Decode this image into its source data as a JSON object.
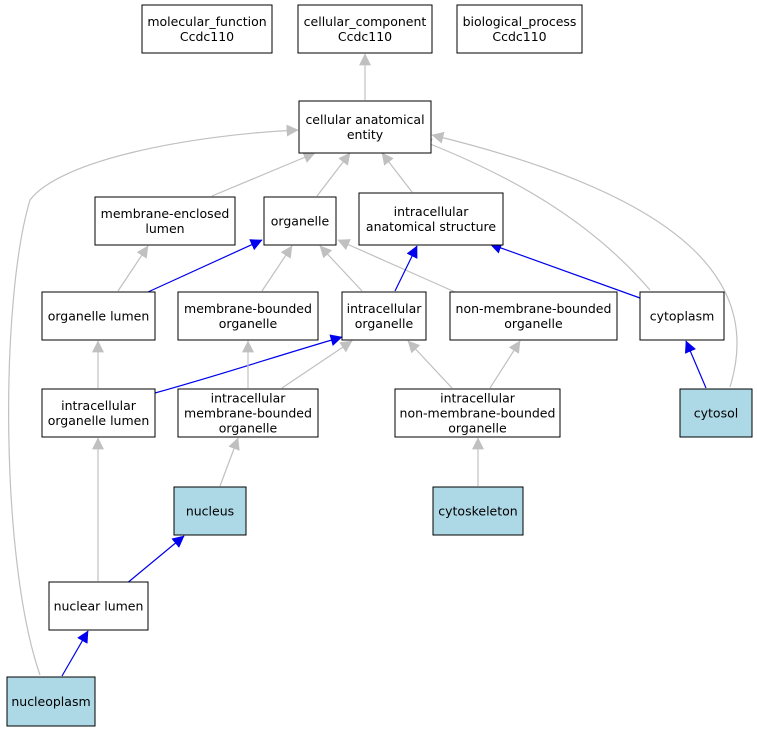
{
  "colors": {
    "highlight_fill": "#add8e6",
    "plain_fill": "#ffffff",
    "is_a_edge": "#c0c0c0",
    "part_of_edge": "#0000ee"
  },
  "nodes": [
    {
      "id": "mf",
      "lines": [
        "molecular_function",
        "Ccdc110"
      ],
      "highlight": false
    },
    {
      "id": "cc",
      "lines": [
        "cellular_component",
        "Ccdc110"
      ],
      "highlight": false
    },
    {
      "id": "bp",
      "lines": [
        "biological_process",
        "Ccdc110"
      ],
      "highlight": false
    },
    {
      "id": "cae",
      "lines": [
        "cellular anatomical",
        "entity"
      ],
      "highlight": false
    },
    {
      "id": "mel",
      "lines": [
        "membrane-enclosed",
        "lumen"
      ],
      "highlight": false
    },
    {
      "id": "org",
      "lines": [
        "organelle"
      ],
      "highlight": false
    },
    {
      "id": "ias",
      "lines": [
        "intracellular",
        "anatomical structure"
      ],
      "highlight": false
    },
    {
      "id": "ol",
      "lines": [
        "organelle lumen"
      ],
      "highlight": false
    },
    {
      "id": "mbo",
      "lines": [
        "membrane-bounded",
        "organelle"
      ],
      "highlight": false
    },
    {
      "id": "io",
      "lines": [
        "intracellular",
        "organelle"
      ],
      "highlight": false
    },
    {
      "id": "nmbo",
      "lines": [
        "non-membrane-bounded",
        "organelle"
      ],
      "highlight": false
    },
    {
      "id": "cyto",
      "lines": [
        "cytoplasm"
      ],
      "highlight": false
    },
    {
      "id": "iol",
      "lines": [
        "intracellular",
        "organelle lumen"
      ],
      "highlight": false
    },
    {
      "id": "imbo",
      "lines": [
        "intracellular",
        "membrane-bounded",
        "organelle"
      ],
      "highlight": false
    },
    {
      "id": "inmbo",
      "lines": [
        "intracellular",
        "non-membrane-bounded",
        "organelle"
      ],
      "highlight": false
    },
    {
      "id": "cytosol",
      "lines": [
        "cytosol"
      ],
      "highlight": true
    },
    {
      "id": "nucleus",
      "lines": [
        "nucleus"
      ],
      "highlight": true
    },
    {
      "id": "cytoskeleton",
      "lines": [
        "cytoskeleton"
      ],
      "highlight": true
    },
    {
      "id": "nl",
      "lines": [
        "nuclear lumen"
      ],
      "highlight": false
    },
    {
      "id": "np",
      "lines": [
        "nucleoplasm"
      ],
      "highlight": true
    }
  ],
  "edges": [
    {
      "from": "cae",
      "to": "cc",
      "kind": "is_a"
    },
    {
      "from": "mel",
      "to": "cae",
      "kind": "is_a"
    },
    {
      "from": "org",
      "to": "cae",
      "kind": "is_a"
    },
    {
      "from": "ias",
      "to": "cae",
      "kind": "is_a"
    },
    {
      "from": "cyto",
      "to": "cae",
      "kind": "is_a"
    },
    {
      "from": "cytosol",
      "to": "cae",
      "kind": "is_a"
    },
    {
      "from": "np",
      "to": "cae",
      "kind": "is_a"
    },
    {
      "from": "ol",
      "to": "mel",
      "kind": "is_a"
    },
    {
      "from": "ol",
      "to": "org",
      "kind": "part_of"
    },
    {
      "from": "mbo",
      "to": "org",
      "kind": "is_a"
    },
    {
      "from": "io",
      "to": "org",
      "kind": "is_a"
    },
    {
      "from": "nmbo",
      "to": "org",
      "kind": "is_a"
    },
    {
      "from": "io",
      "to": "ias",
      "kind": "part_of"
    },
    {
      "from": "cyto",
      "to": "ias",
      "kind": "part_of"
    },
    {
      "from": "iol",
      "to": "ol",
      "kind": "is_a"
    },
    {
      "from": "iol",
      "to": "io",
      "kind": "part_of"
    },
    {
      "from": "imbo",
      "to": "mbo",
      "kind": "is_a"
    },
    {
      "from": "imbo",
      "to": "io",
      "kind": "is_a"
    },
    {
      "from": "inmbo",
      "to": "io",
      "kind": "is_a"
    },
    {
      "from": "inmbo",
      "to": "nmbo",
      "kind": "is_a"
    },
    {
      "from": "cytosol",
      "to": "cyto",
      "kind": "part_of"
    },
    {
      "from": "nucleus",
      "to": "imbo",
      "kind": "is_a"
    },
    {
      "from": "cytoskeleton",
      "to": "inmbo",
      "kind": "is_a"
    },
    {
      "from": "nl",
      "to": "iol",
      "kind": "is_a"
    },
    {
      "from": "nl",
      "to": "nucleus",
      "kind": "part_of"
    },
    {
      "from": "np",
      "to": "nl",
      "kind": "part_of"
    }
  ]
}
